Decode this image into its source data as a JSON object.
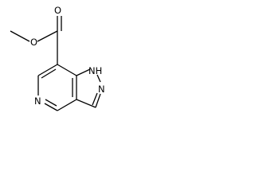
{
  "molecule": {
    "atoms": {
      "O_methoxy": "O",
      "O_carbonyl": "O",
      "NH_pyrazole": "NH",
      "N_pyrazole": "N",
      "N_pyridine": "N"
    }
  }
}
